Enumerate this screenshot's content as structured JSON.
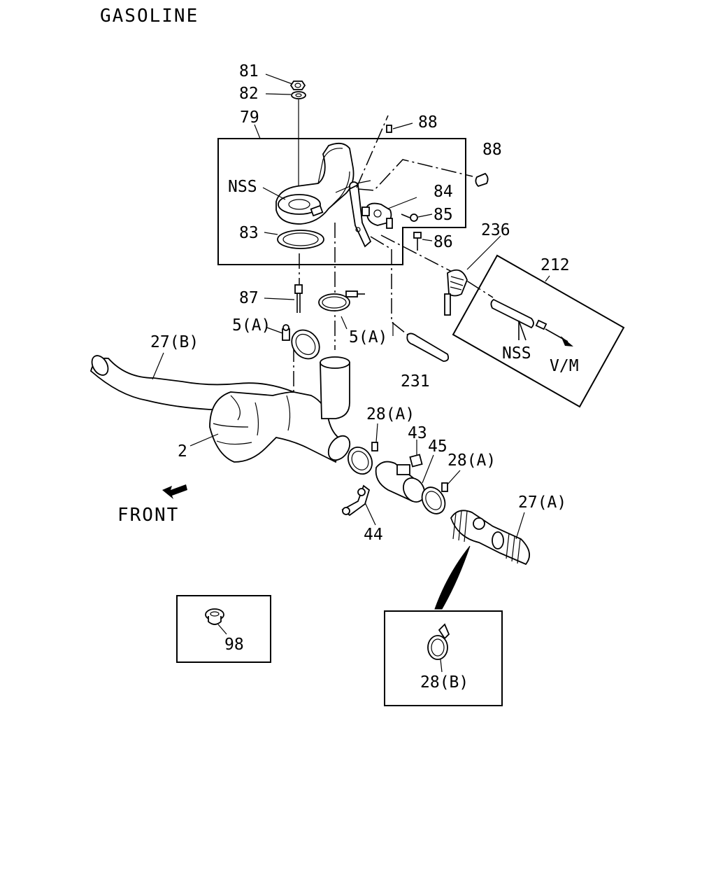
{
  "title": "GASOLINE",
  "front_label": "FRONT",
  "vm_label": "V/M",
  "labels": {
    "p81": "81",
    "p82": "82",
    "p79": "79",
    "p88a": "88",
    "p88b": "88",
    "nss1": "NSS",
    "p84": "84",
    "p85": "85",
    "p86": "86",
    "p83": "83",
    "p236": "236",
    "p212": "212",
    "p87": "87",
    "p5a1": "5(A)",
    "p5a2": "5(A)",
    "p27b": "27(B)",
    "nss2": "NSS",
    "p231": "231",
    "p2": "2",
    "p28a1": "28(A)",
    "p43": "43",
    "p45": "45",
    "p28a2": "28(A)",
    "p27a": "27(A)",
    "p44": "44",
    "p98": "98",
    "p28b": "28(B)"
  }
}
